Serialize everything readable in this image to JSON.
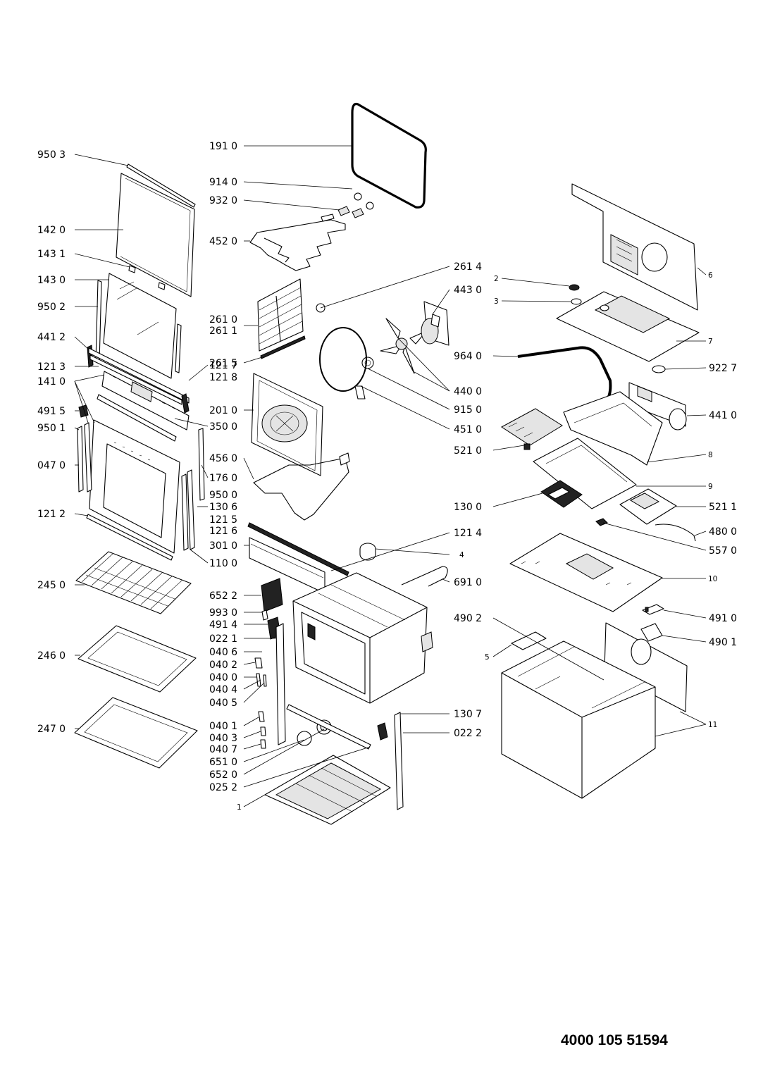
{
  "document_number": "4000 105 51594",
  "labels_left": [
    "950 3",
    "142 0",
    "143 1",
    "143 0",
    "950 2",
    "441 2",
    "121 3",
    "141 0",
    "491 5",
    "950 1",
    "047 0",
    "121 2",
    "245 0",
    "246 0",
    "247 0"
  ],
  "labels_center": [
    "191 0",
    "914 0",
    "932 0",
    "452 0",
    "261 0",
    "261 1",
    "261 5",
    "121 7",
    "121 8",
    "201 0",
    "350 0",
    "456 0",
    "176 0",
    "950 0",
    "130 6",
    "121 5",
    "121 6",
    "301 0",
    "110 0",
    "652 2",
    "993 0",
    "491 4",
    "022 1",
    "040 6",
    "040 2",
    "040 0",
    "040 4",
    "040 5",
    "040 1",
    "040 3",
    "040 7",
    "651 0",
    "652 0",
    "025 2",
    "1"
  ],
  "labels_right_col": [
    "261 4",
    "443 0",
    "440 0",
    "915 0",
    "451 0",
    "121 4",
    "4",
    "691 0",
    "130 7",
    "022 2",
    "964 0",
    "521 0",
    "130 0",
    "490 2",
    "5"
  ],
  "labels_far_right": [
    "2",
    "3",
    "6",
    "7",
    "922 7",
    "441 0",
    "8",
    "9",
    "521 1",
    "480 0",
    "557 0",
    "10",
    "491 0",
    "490 1",
    "11"
  ]
}
